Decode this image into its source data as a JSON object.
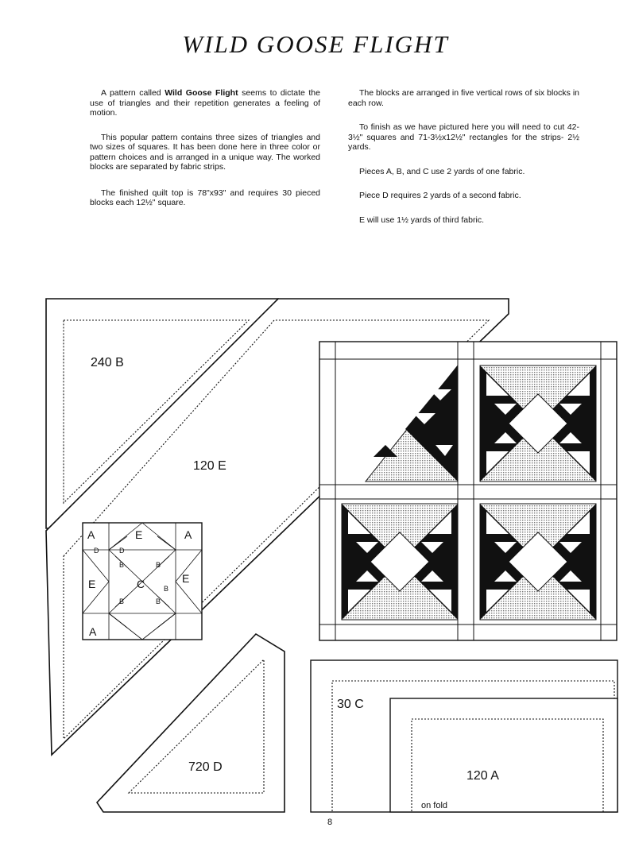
{
  "title": "WILD GOOSE FLIGHT",
  "left_column": {
    "p1_pre": "A pattern called ",
    "p1_bold": "Wild Goose Flight",
    "p1_post": " seems to dictate the use of triangles and their repetition generates a feeling of motion.",
    "p2": "This popular pattern contains three sizes of triangles and two sizes of squares. It has been done here in three color or pattern choices and is arranged in a unique way. The worked blocks are separated by fabric strips.",
    "p3": "The finished quilt top is 78\"x93\" and requires 30 pieced blocks each 12½\" square."
  },
  "right_column": {
    "p1": "The blocks are arranged in five vertical rows of six blocks in each row.",
    "p2": "To finish as we have pictured here you will need to cut 42-3½\" squares and 71-3½x12½\" rectangles for the strips- 2½ yards.",
    "p3": "Pieces A, B, and C use 2 yards of one fabric.",
    "p4": "Piece D requires 2 yards of a second fabric.",
    "p5": "E will use 1½ yards of third fabric."
  },
  "templates": {
    "b": "240 B",
    "e": "120 E",
    "d": "720 D",
    "c": "30 C",
    "a": "120 A",
    "fold": "on fold"
  },
  "block_letters": {
    "a": "A",
    "b": "B",
    "c": "C",
    "e": "E",
    "d": "D"
  },
  "page_number": "8"
}
